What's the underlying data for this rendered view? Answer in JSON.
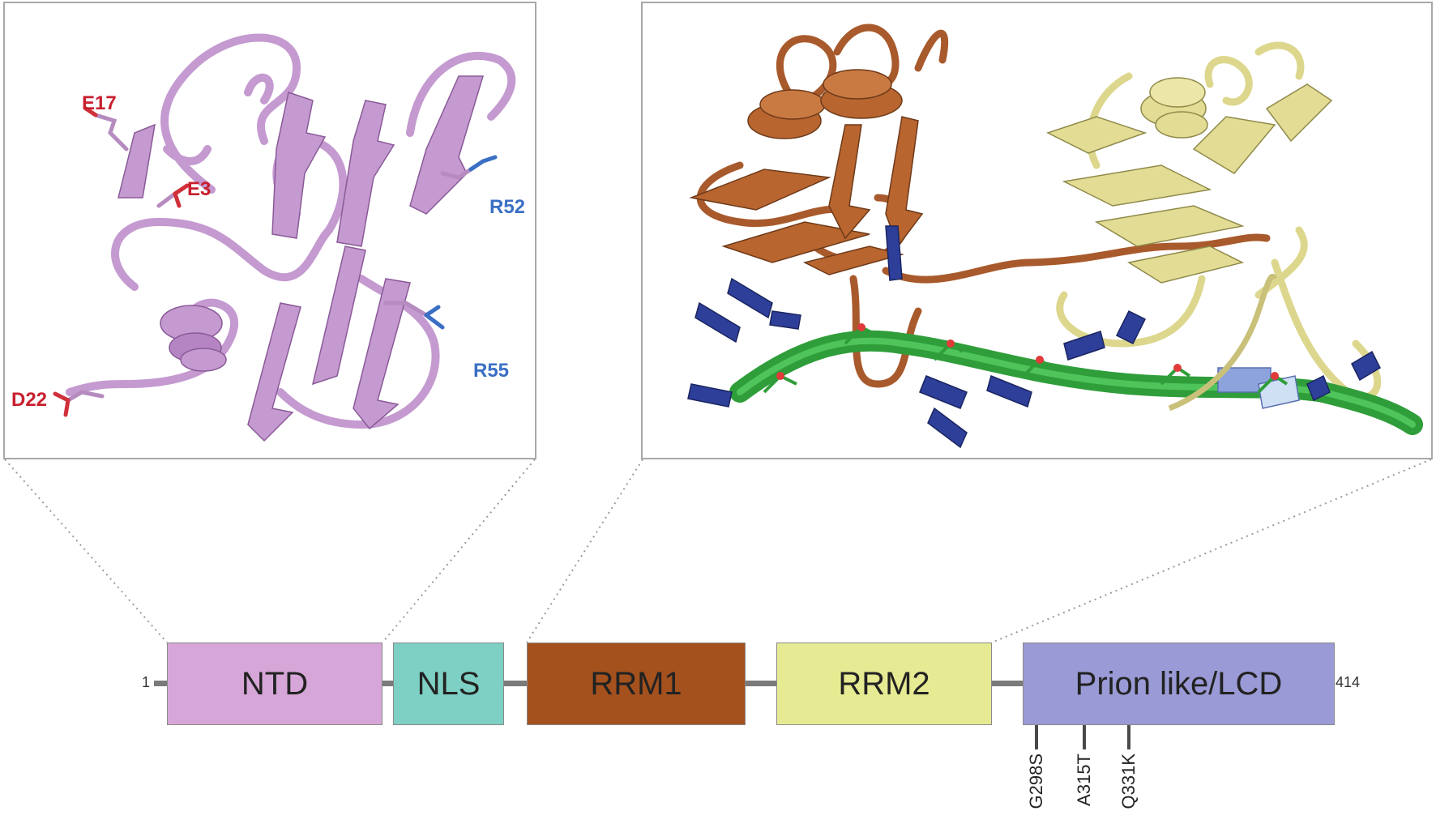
{
  "left_panel": {
    "residues": {
      "E17": "E17",
      "E3": "E3",
      "D22": "D22",
      "R52": "R52",
      "R55": "R55"
    },
    "acidic_color": "#c8202e",
    "basic_color": "#3a6fc4",
    "ribbon_color": "#c49ad0"
  },
  "right_panel": {
    "rrm1_color": "#a85a2c",
    "rrm2_color": "#ddd78e",
    "rna_backbone_color": "#2f9e3a",
    "base_color": "#2e3f9a"
  },
  "domain_map": {
    "start_label": "1",
    "end_label": "414",
    "domains": [
      {
        "name": "NTD",
        "color": "#d7a6d8"
      },
      {
        "name": "NLS",
        "color": "#7dd0c3"
      },
      {
        "name": "RRM1",
        "color": "#a4511e"
      },
      {
        "name": "RRM2",
        "color": "#e6ea93"
      },
      {
        "name": "Prion like/LCD",
        "color": "#9a9ad6"
      }
    ],
    "mutations": [
      "G298S",
      "A315T",
      "Q331K"
    ]
  }
}
